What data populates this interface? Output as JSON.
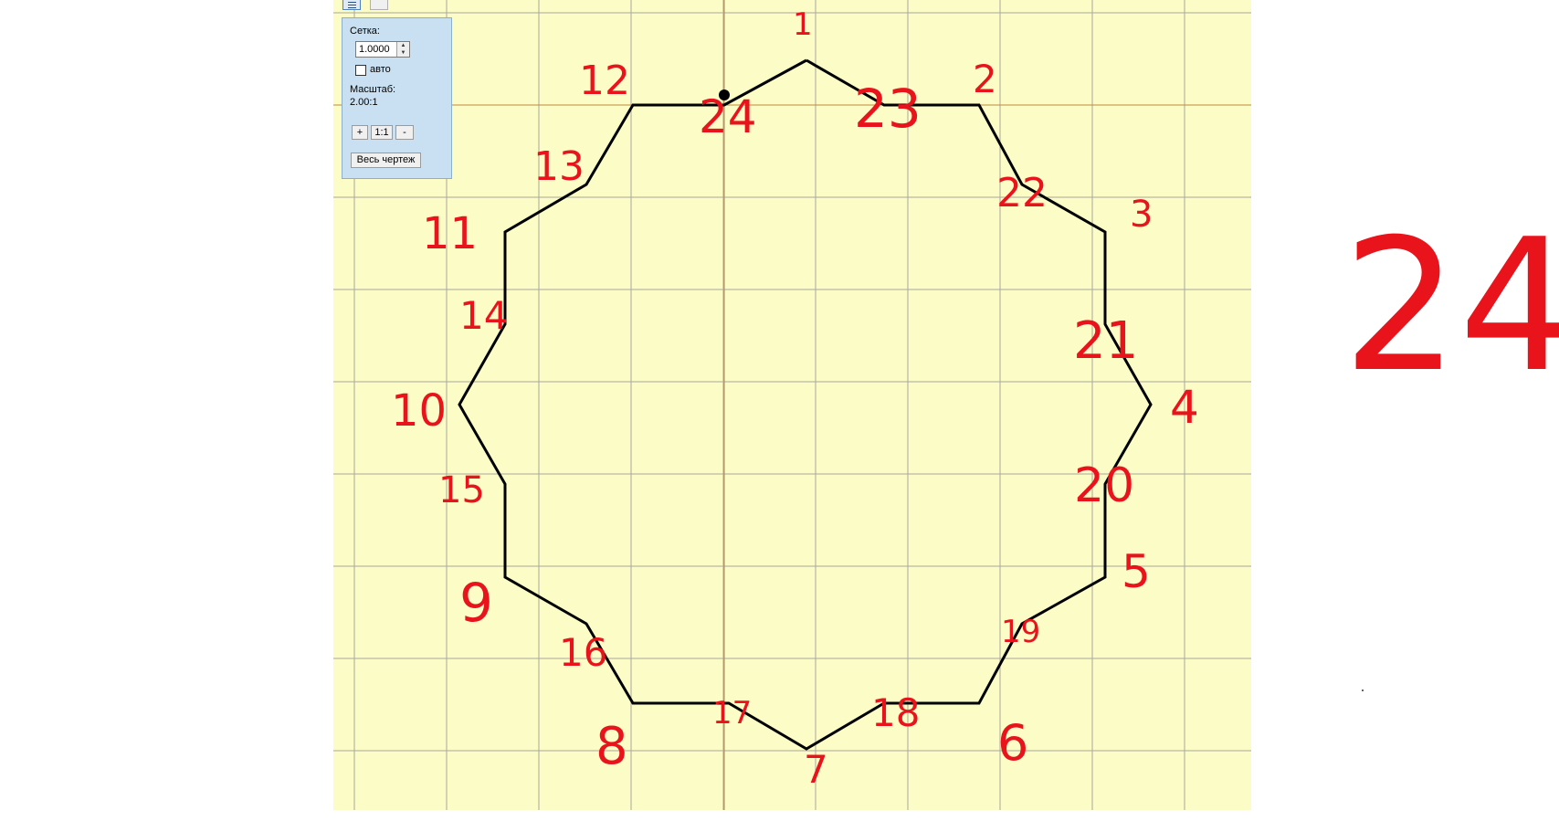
{
  "grid_panel": {
    "grid_label": "Сетка:",
    "grid_value": "1.0000",
    "auto_label": "авто",
    "scale_label": "Масштаб:",
    "scale_value": "2.00:1",
    "zoom_in_label": "+",
    "zoom_reset_label": "1:1",
    "zoom_out_label": "-",
    "fit_drawing_label": "Весь чертеж"
  },
  "colors": {
    "canvas_background": "#fcfcc6",
    "grid_line": "#a8a8a0",
    "axis_line": "#c08a3a",
    "shape_outline": "#000000",
    "annotation": "#e8131b"
  },
  "annotations": {
    "vertex_numbers": [
      "1",
      "2",
      "3",
      "4",
      "5",
      "6",
      "7",
      "8",
      "9",
      "10",
      "11",
      "12",
      "13",
      "14",
      "15",
      "16",
      "17",
      "18",
      "19",
      "20",
      "21",
      "22",
      "23",
      "24"
    ],
    "big_total": "24"
  }
}
